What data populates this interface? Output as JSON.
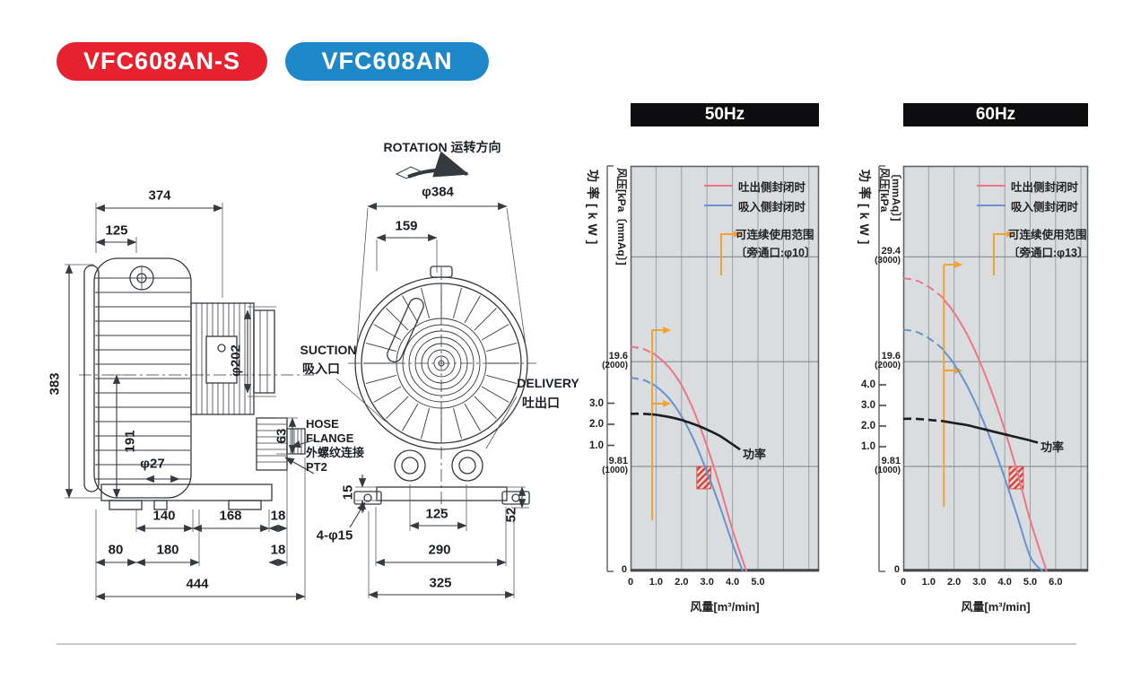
{
  "badges": [
    {
      "label": "VFC608AN-S",
      "bg": "#e6222f",
      "fg": "#ffffff"
    },
    {
      "label": "VFC608AN",
      "bg": "#1d87c8",
      "fg": "#ffffff"
    }
  ],
  "side_view": {
    "dims": {
      "w374": "374",
      "w125": "125",
      "h383": "383",
      "h191": "191",
      "dia202": "φ202",
      "h63": "63",
      "dia27": "φ27",
      "b140": "140",
      "b168": "168",
      "b18a": "18",
      "b80": "80",
      "b180": "180",
      "b18b": "18",
      "b444": "444"
    },
    "hose": {
      "l1": "HOSE",
      "l2": "FLANGE",
      "l3": "外螺纹连接",
      "l4": "PT2"
    }
  },
  "front_view": {
    "rotation": "ROTATION 运转方向",
    "dia384": "φ384",
    "w159": "159",
    "suction_en": "SUCTION",
    "suction_cn": "吸入口",
    "delivery_en": "DELIVERY",
    "delivery_cn": "吐出口",
    "h15": "15",
    "w125": "125",
    "h52": "52",
    "bolt_holes": "4-φ15",
    "w290": "290",
    "w325": "325"
  },
  "chart_data": [
    {
      "type": "line",
      "title": "50Hz",
      "xlabel": "风量[m³/min]",
      "ylabel_power": "功率[kW]",
      "ylabel_pressure_lines": [
        "风压[kPa〔mmAq〕]"
      ],
      "xlim": [
        0,
        7.4
      ],
      "grid_pressure": [
        9.81,
        19.6,
        29.4
      ],
      "x_ticks": [
        {
          "label": "0",
          "v": 0
        },
        {
          "label": "1.0",
          "v": 1
        },
        {
          "label": "2.0",
          "v": 2
        },
        {
          "label": "3.0",
          "v": 3
        },
        {
          "label": "4.0",
          "v": 4
        },
        {
          "label": "5.0",
          "v": 5
        }
      ],
      "pressure_ticks": [
        {
          "kpa": "19.6",
          "mmaq": "(2000)",
          "v": 19.6
        },
        {
          "kpa": "9.81",
          "mmaq": "(1000)",
          "v": 9.81
        },
        {
          "kpa": "0",
          "mmaq": "",
          "v": 0
        }
      ],
      "power_ticks": [
        {
          "label": "3.0",
          "v": 3
        },
        {
          "label": "2.0",
          "v": 2
        },
        {
          "label": "1.0",
          "v": 1
        }
      ],
      "series": [
        {
          "name": "吐出侧封闭时",
          "color": "#ee7585",
          "axis": "pressure",
          "dash_until": 0.85,
          "points": [
            [
              0,
              21.0
            ],
            [
              0.5,
              20.8
            ],
            [
              1,
              20.2
            ],
            [
              1.5,
              19.1
            ],
            [
              2,
              17.4
            ],
            [
              2.5,
              14.9
            ],
            [
              3,
              11.7
            ],
            [
              3.5,
              8.0
            ],
            [
              4,
              3.9
            ],
            [
              4.55,
              0
            ]
          ]
        },
        {
          "name": "吸入侧封闭时",
          "color": "#6a92cc",
          "axis": "pressure",
          "dash_until": 0.85,
          "points": [
            [
              0,
              18.1
            ],
            [
              0.5,
              17.9
            ],
            [
              1,
              17.3
            ],
            [
              1.5,
              16.2
            ],
            [
              2,
              14.5
            ],
            [
              2.5,
              12.2
            ],
            [
              3,
              9.3
            ],
            [
              3.5,
              6.1
            ],
            [
              4,
              2.6
            ],
            [
              4.4,
              0
            ]
          ]
        },
        {
          "name": "功率",
          "color": "#1d1d1f",
          "axis": "power",
          "dash_until": 0.85,
          "points": [
            [
              0,
              2.5
            ],
            [
              0.5,
              2.5
            ],
            [
              1,
              2.45
            ],
            [
              1.5,
              2.35
            ],
            [
              2,
              2.2
            ],
            [
              2.5,
              2.0
            ],
            [
              3,
              1.75
            ],
            [
              3.5,
              1.45
            ],
            [
              4,
              1.05
            ],
            [
              4.3,
              0.8
            ]
          ]
        }
      ],
      "legend": [
        "吐出侧封闭时",
        "吸入侧封闭时"
      ],
      "range_label_lines": [
        "可连续使用范围",
        "〔旁通口:φ10〕"
      ],
      "continuous_range_start_x": 0.85,
      "usable_marker": {
        "x_range": [
          2.6,
          3.15
        ],
        "kpa": 9.81
      },
      "power_label": "功率"
    },
    {
      "type": "line",
      "title": "60Hz",
      "xlabel": "风量[m³/min]",
      "ylabel_power": "功率[kW]",
      "ylabel_pressure_lines": [
        "风压[kPa",
        "〔mmAq〕]"
      ],
      "xlim": [
        0,
        7.2
      ],
      "grid_pressure": [
        9.81,
        19.6,
        29.4
      ],
      "x_ticks": [
        {
          "label": "0",
          "v": 0
        },
        {
          "label": "1.0",
          "v": 1
        },
        {
          "label": "2.0",
          "v": 2
        },
        {
          "label": "3.0",
          "v": 3
        },
        {
          "label": "4.0",
          "v": 4
        },
        {
          "label": "5.0",
          "v": 5
        },
        {
          "label": "6.0",
          "v": 6
        }
      ],
      "pressure_ticks": [
        {
          "kpa": "29.4",
          "mmaq": "(3000)",
          "v": 29.4
        },
        {
          "kpa": "19.6",
          "mmaq": "(2000)",
          "v": 19.6
        },
        {
          "kpa": "9.81",
          "mmaq": "(1000)",
          "v": 9.81
        },
        {
          "kpa": "0",
          "mmaq": "",
          "v": 0
        }
      ],
      "power_ticks": [
        {
          "label": "4.0",
          "v": 4
        },
        {
          "label": "3.0",
          "v": 3
        },
        {
          "label": "2.0",
          "v": 2
        },
        {
          "label": "1.0",
          "v": 1
        }
      ],
      "series": [
        {
          "name": "吐出侧封闭时",
          "color": "#ee7585",
          "axis": "pressure",
          "dash_until": 1.6,
          "points": [
            [
              0,
              27.4
            ],
            [
              0.5,
              27.2
            ],
            [
              1,
              26.6
            ],
            [
              1.5,
              25.7
            ],
            [
              2,
              24.2
            ],
            [
              2.5,
              22.2
            ],
            [
              3,
              19.7
            ],
            [
              3.5,
              16.7
            ],
            [
              4,
              13.2
            ],
            [
              4.5,
              9.2
            ],
            [
              5,
              4.8
            ],
            [
              5.65,
              0
            ]
          ]
        },
        {
          "name": "吸入侧封闭时",
          "color": "#6a92cc",
          "axis": "pressure",
          "dash_until": 1.6,
          "points": [
            [
              0,
              22.6
            ],
            [
              0.5,
              22.4
            ],
            [
              1,
              21.8
            ],
            [
              1.5,
              20.9
            ],
            [
              2,
              19.4
            ],
            [
              2.5,
              17.4
            ],
            [
              3,
              14.9
            ],
            [
              3.5,
              12.0
            ],
            [
              4,
              8.7
            ],
            [
              4.5,
              5.1
            ],
            [
              5,
              1.4
            ],
            [
              5.5,
              0
            ]
          ]
        },
        {
          "name": "功率",
          "color": "#1d1d1f",
          "axis": "power",
          "dash_until": 1.6,
          "points": [
            [
              0,
              2.35
            ],
            [
              0.5,
              2.35
            ],
            [
              1,
              2.3
            ],
            [
              1.5,
              2.25
            ],
            [
              2,
              2.15
            ],
            [
              2.5,
              2.05
            ],
            [
              3,
              1.9
            ],
            [
              3.5,
              1.75
            ],
            [
              4,
              1.6
            ],
            [
              4.5,
              1.45
            ],
            [
              5,
              1.3
            ],
            [
              5.3,
              1.2
            ]
          ]
        }
      ],
      "legend": [
        "吐出侧封闭时",
        "吸入侧封闭时"
      ],
      "range_label_lines": [
        "可连续使用范围",
        "〔旁通口:φ13〕"
      ],
      "continuous_range_start_x": 1.6,
      "usable_marker": {
        "x_range": [
          4.17,
          4.73
        ],
        "kpa": 9.81
      },
      "power_label": "功率"
    }
  ]
}
